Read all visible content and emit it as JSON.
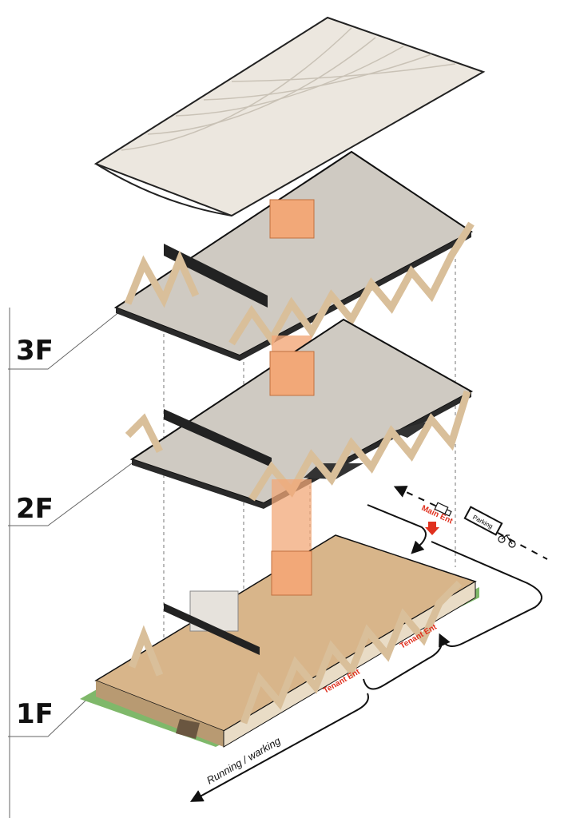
{
  "floors": [
    {
      "label": "3F"
    },
    {
      "label": "2F"
    },
    {
      "label": "1F"
    }
  ],
  "annotations": {
    "main_entrance": "Main Ent",
    "parking": "Parking",
    "tenant_entrance_1": "Tenant Ent",
    "tenant_entrance_2": "Tenant Ent",
    "running_path": "Running / warking"
  },
  "colors": {
    "accent": "#e0301e",
    "core": "#f2a878",
    "timber": "#d9bf9a",
    "floor_wood": "#d8b58a",
    "slab": "#2a2a2a",
    "grass": "#7fb86a",
    "roof": "#ece7df"
  },
  "icons": [
    "truck-icon",
    "bicycle-icon",
    "entrance-arrow-icon"
  ]
}
